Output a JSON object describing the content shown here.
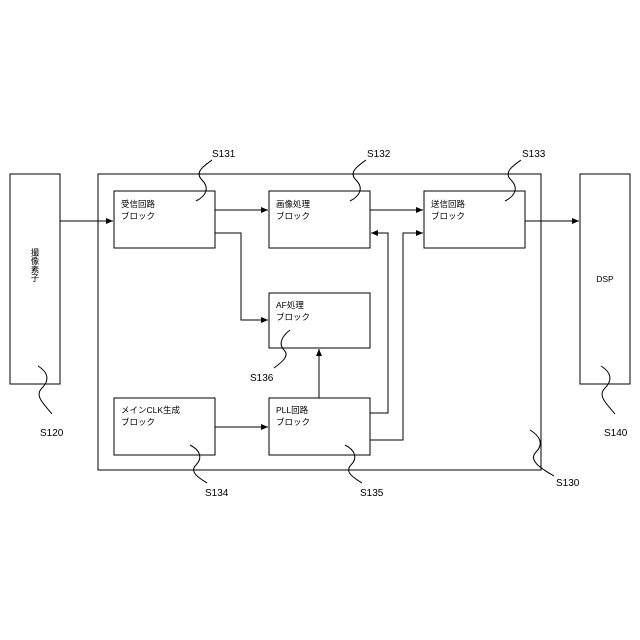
{
  "blocks": {
    "imaging_element": {
      "label": "撮像素子",
      "ref": "S120"
    },
    "dsp": {
      "label": "DSP",
      "ref": "S140"
    },
    "main_unit": {
      "ref": "S130"
    },
    "receive": {
      "line1": "受信回路",
      "line2": "ブロック",
      "ref": "S131"
    },
    "image_proc": {
      "line1": "画像処理",
      "line2": "ブロック",
      "ref": "S132"
    },
    "transmit": {
      "line1": "送信回路",
      "line2": "ブロック",
      "ref": "S133"
    },
    "af_proc": {
      "line1": "AF処理",
      "line2": "ブロック",
      "ref": "S136"
    },
    "main_clk": {
      "line1": "メインCLK生成",
      "line2": "ブロック",
      "ref": "S134"
    },
    "pll": {
      "line1": "PLL回路",
      "line2": "ブロック",
      "ref": "S135"
    }
  }
}
